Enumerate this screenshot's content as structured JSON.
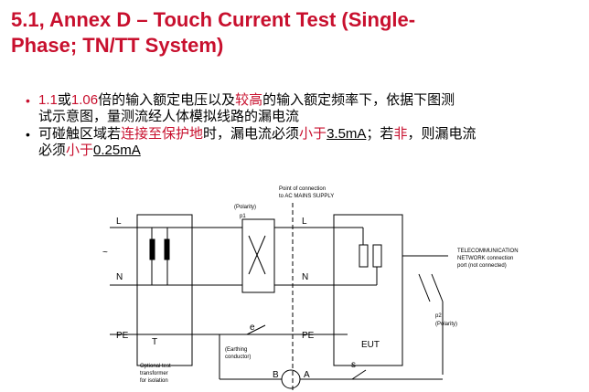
{
  "slide": {
    "title_line1": "5.1, Annex D – Touch Current Test (Single-",
    "title_line2": "Phase; TN/TT System)"
  },
  "bullets": [
    {
      "line1": [
        "1.1",
        "或",
        "1.06",
        "倍的输入额定电压以及",
        "较高",
        "的输入额定频率下，依据下图测"
      ],
      "line2": "试示意图，量测流经人体模拟线路的漏电流"
    },
    {
      "line1": [
        "可碰触区域若",
        "连接至保护地",
        "时，漏电流必须",
        "小于",
        "3.5mA",
        "；若",
        "非",
        "，则漏电流"
      ],
      "line2": [
        "必须",
        "小于",
        "0.25mA"
      ]
    }
  ],
  "diagram": {
    "point_of_connection": "Point of connection",
    "to_ac_mains": "to AC MAINS SUPPLY",
    "polarity_top": "(Polarity)",
    "p1": "p1",
    "L": "L",
    "N": "N",
    "PE": "PE",
    "T": "T",
    "tilde": "~",
    "e": "e",
    "earthing1": "(Earthing",
    "earthing2": "conductor)",
    "optional1": "Optional test",
    "optional2": "transformer",
    "optional3": "for isolation",
    "B": "B",
    "A": "A",
    "s": "s",
    "EUT": "EUT",
    "tele1": "TELECOMMUNICATION",
    "tele2": "NETWORK connection",
    "tele3": "port (not connected)",
    "p2": "p2",
    "polarity_right": "(Polarity)"
  }
}
